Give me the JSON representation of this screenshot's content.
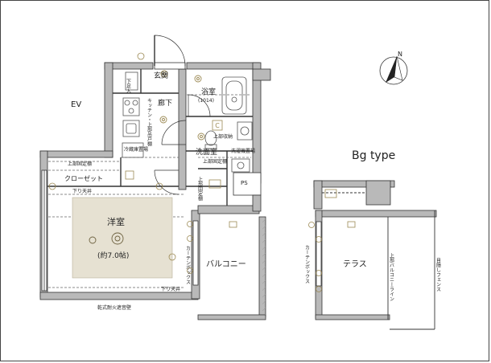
{
  "labels": {
    "ev": "EV",
    "genkan": "玄関",
    "getabako": "下足入",
    "rouka": "廊下",
    "kitchen": "キッチン・上部吊戸棚",
    "yokushitsu": "浴室",
    "yokushitsu_size": "(1014)",
    "joubu_shuno": "上部収納",
    "senmenshitsu": "洗面室",
    "reizouko": "冷蔵庫置場",
    "sentakuki": "洗濯機置場",
    "joubu_koteidana_1": "上部固定棚",
    "joubu_koteidana_2": "上部固定棚",
    "joubu_tana_vert": "上部固定棚",
    "closet": "クローゼット",
    "sagari_tenjo_1": "下り天井",
    "sagari_tenjo_2": "下り天井",
    "youshitsu": "洋室",
    "youshitsu_size": "(約7.0帖)",
    "curtain_box_1": "カーテンボックス",
    "curtain_box_2": "カーテンボックス",
    "balcony": "バルコニー",
    "ps": "PS",
    "kanshiki": "乾式耐火遮音壁",
    "type_label": "Bg type",
    "terrace": "テラス",
    "upper_balcony_line": "上部バルコニーライン",
    "mekakushi_fence": "目隠しフェンス",
    "north": "N"
  },
  "colors": {
    "wall": "#b9b9b9",
    "wall_edge": "#333333",
    "tatami_fill": "#e6e1d2",
    "fixture": "#9c8a55",
    "line": "#333333"
  },
  "icons": [
    "north-arrow-icon",
    "door-swing-icon",
    "ceiling-light-icon",
    "outlet-icon",
    "bathtub-icon",
    "toilet-icon",
    "sink-icon",
    "stove-icon",
    "washing-machine-icon"
  ]
}
